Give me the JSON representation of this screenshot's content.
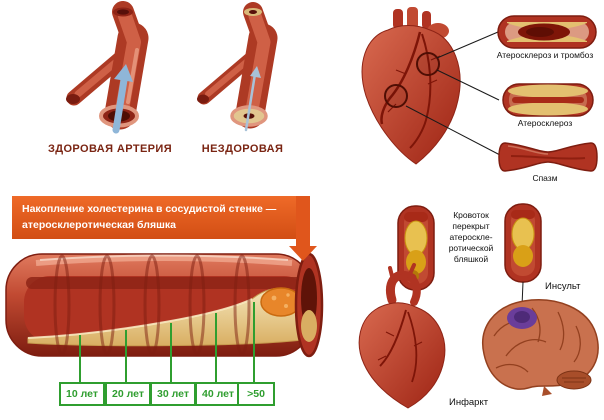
{
  "top_left": {
    "healthy_label": "ЗДОРОВАЯ АРТЕРИЯ",
    "unhealthy_label": "НЕЗДОРОВАЯ"
  },
  "banner": {
    "text": "Накопление холестерина в сосудистой стенке — атеросклеротическая бляшка"
  },
  "timeline": {
    "labels": [
      "10 лет",
      "20 лет",
      "30 лет",
      "40 лет",
      ">50"
    ]
  },
  "heart_capsules": {
    "labels": [
      "Атеросклероз и тромбоз",
      "Атеросклероз",
      "Спазм"
    ]
  },
  "bottom_right": {
    "blocked_text": "Кровоток перекрыт атероскле- ротической бляшкой",
    "stroke_label": "Инсульт",
    "infarct_label": "Инфаркт"
  },
  "colors": {
    "banner_orange": "#e0561c",
    "artery_red": "#b03322",
    "plaque_yellow": "#e3c070",
    "timeline_green": "#2f9e2f",
    "stroke_purple": "#6a3d9a"
  }
}
